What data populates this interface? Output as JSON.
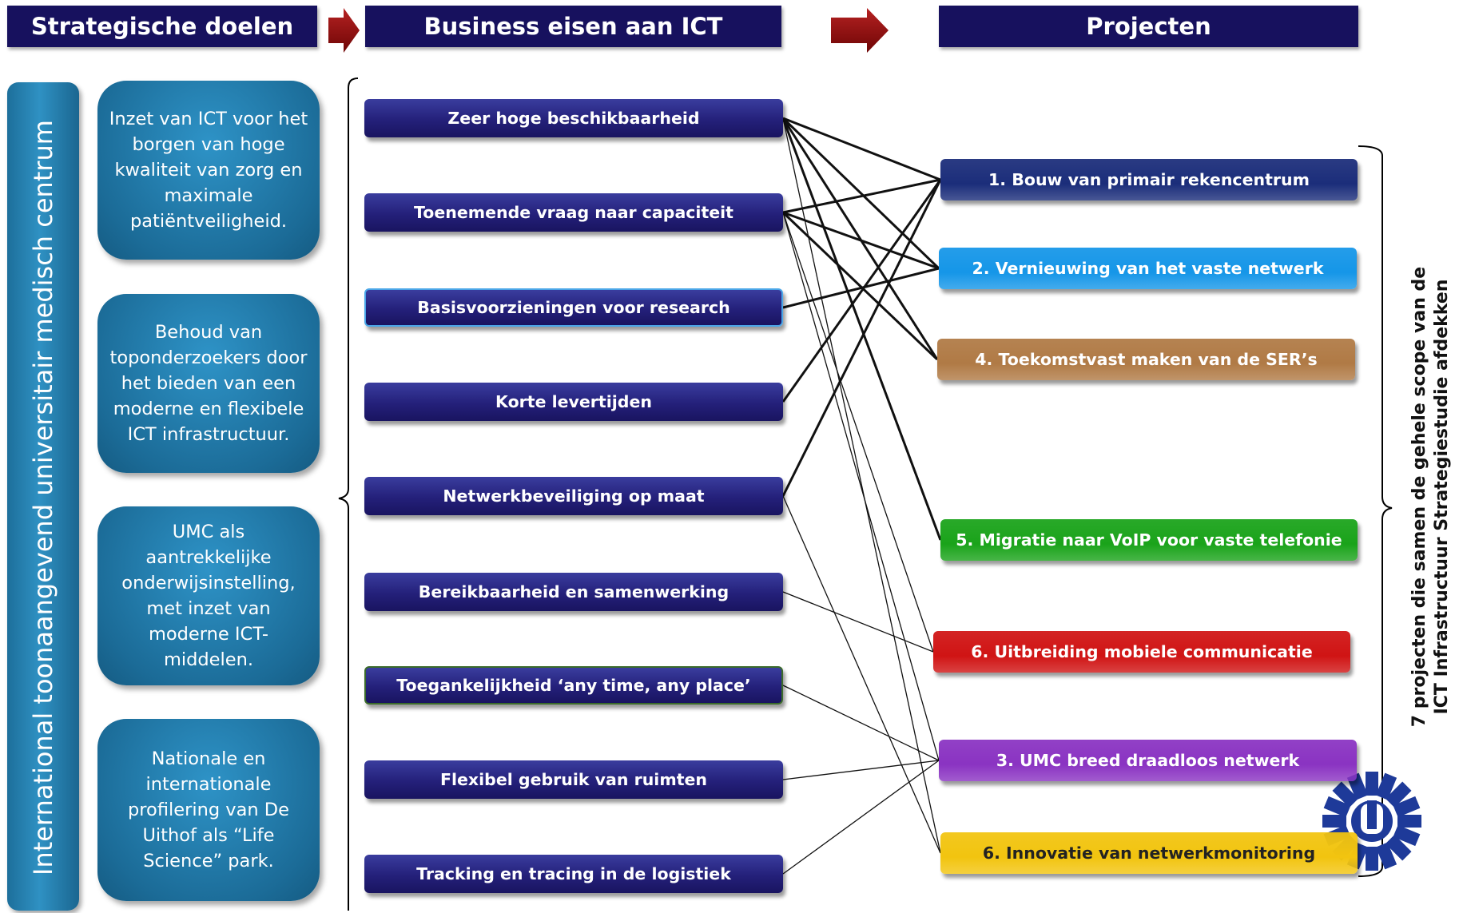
{
  "headers": {
    "goals": "Strategische doelen",
    "requirements": "Business eisen aan ICT",
    "projects": "Projecten"
  },
  "vertical_title": "International toonaangevend universitair medisch centrum",
  "goals": [
    "Inzet van ICT voor het borgen van hoge kwaliteit van zorg en maximale patiëntveiligheid.",
    "Behoud van toponderzoekers door het bieden van een moderne en flexibele ICT infrastructuur.",
    "UMC als aantrekkelijke onderwijsinstelling, met inzet van moderne ICT-middelen.",
    "Nationale en internationale profilering van De Uithof als “Life Science” park."
  ],
  "requirements": [
    "Zeer hoge beschikbaarheid",
    "Toenemende vraag naar capaciteit",
    "Basisvoorzieningen voor research",
    "Korte levertijden",
    "Netwerkbeveiliging op maat",
    "Bereikbaarheid en samenwerking",
    "Toegankelijkheid  ‘any time, any place’",
    "Flexibel gebruik van ruimten",
    "Tracking en tracing in de logistiek"
  ],
  "projects": [
    {
      "label": "1. Bouw van primair rekencentrum",
      "color": "#1b2d7a"
    },
    {
      "label": "2. Vernieuwing van het vaste netwerk",
      "color": "#1596e8"
    },
    {
      "label": "4. Toekomstvast maken van de SER’s",
      "color": "#b07a45"
    },
    {
      "label": "5. Migratie naar VoIP voor vaste telefonie",
      "color": "#1aa31a"
    },
    {
      "label": "6. Uitbreiding mobiele communicatie",
      "color": "#d01414"
    },
    {
      "label": "3. UMC breed draadloos netwerk",
      "color": "#8a33c2"
    },
    {
      "label": "6. Innovatie van netwerkmonitoring",
      "color": "#f2c40f"
    }
  ],
  "side_note": {
    "line1": "7 projecten die samen de gehele scope van de",
    "line2": "ICT Infrastructuur Strategiestudie afdekken"
  },
  "connections": {
    "thick": [
      [
        0,
        0
      ],
      [
        0,
        1
      ],
      [
        0,
        2
      ],
      [
        1,
        0
      ],
      [
        1,
        1
      ],
      [
        1,
        2
      ],
      [
        2,
        1
      ],
      [
        3,
        0
      ],
      [
        4,
        0
      ],
      [
        0,
        3
      ]
    ],
    "thin": [
      [
        0,
        3
      ],
      [
        0,
        6
      ],
      [
        1,
        4
      ],
      [
        1,
        5
      ],
      [
        4,
        6
      ],
      [
        5,
        4
      ],
      [
        6,
        5
      ],
      [
        7,
        5
      ],
      [
        8,
        5
      ]
    ]
  },
  "logo": {
    "name": "uu-logo-icon",
    "color": "#1e3a99"
  }
}
